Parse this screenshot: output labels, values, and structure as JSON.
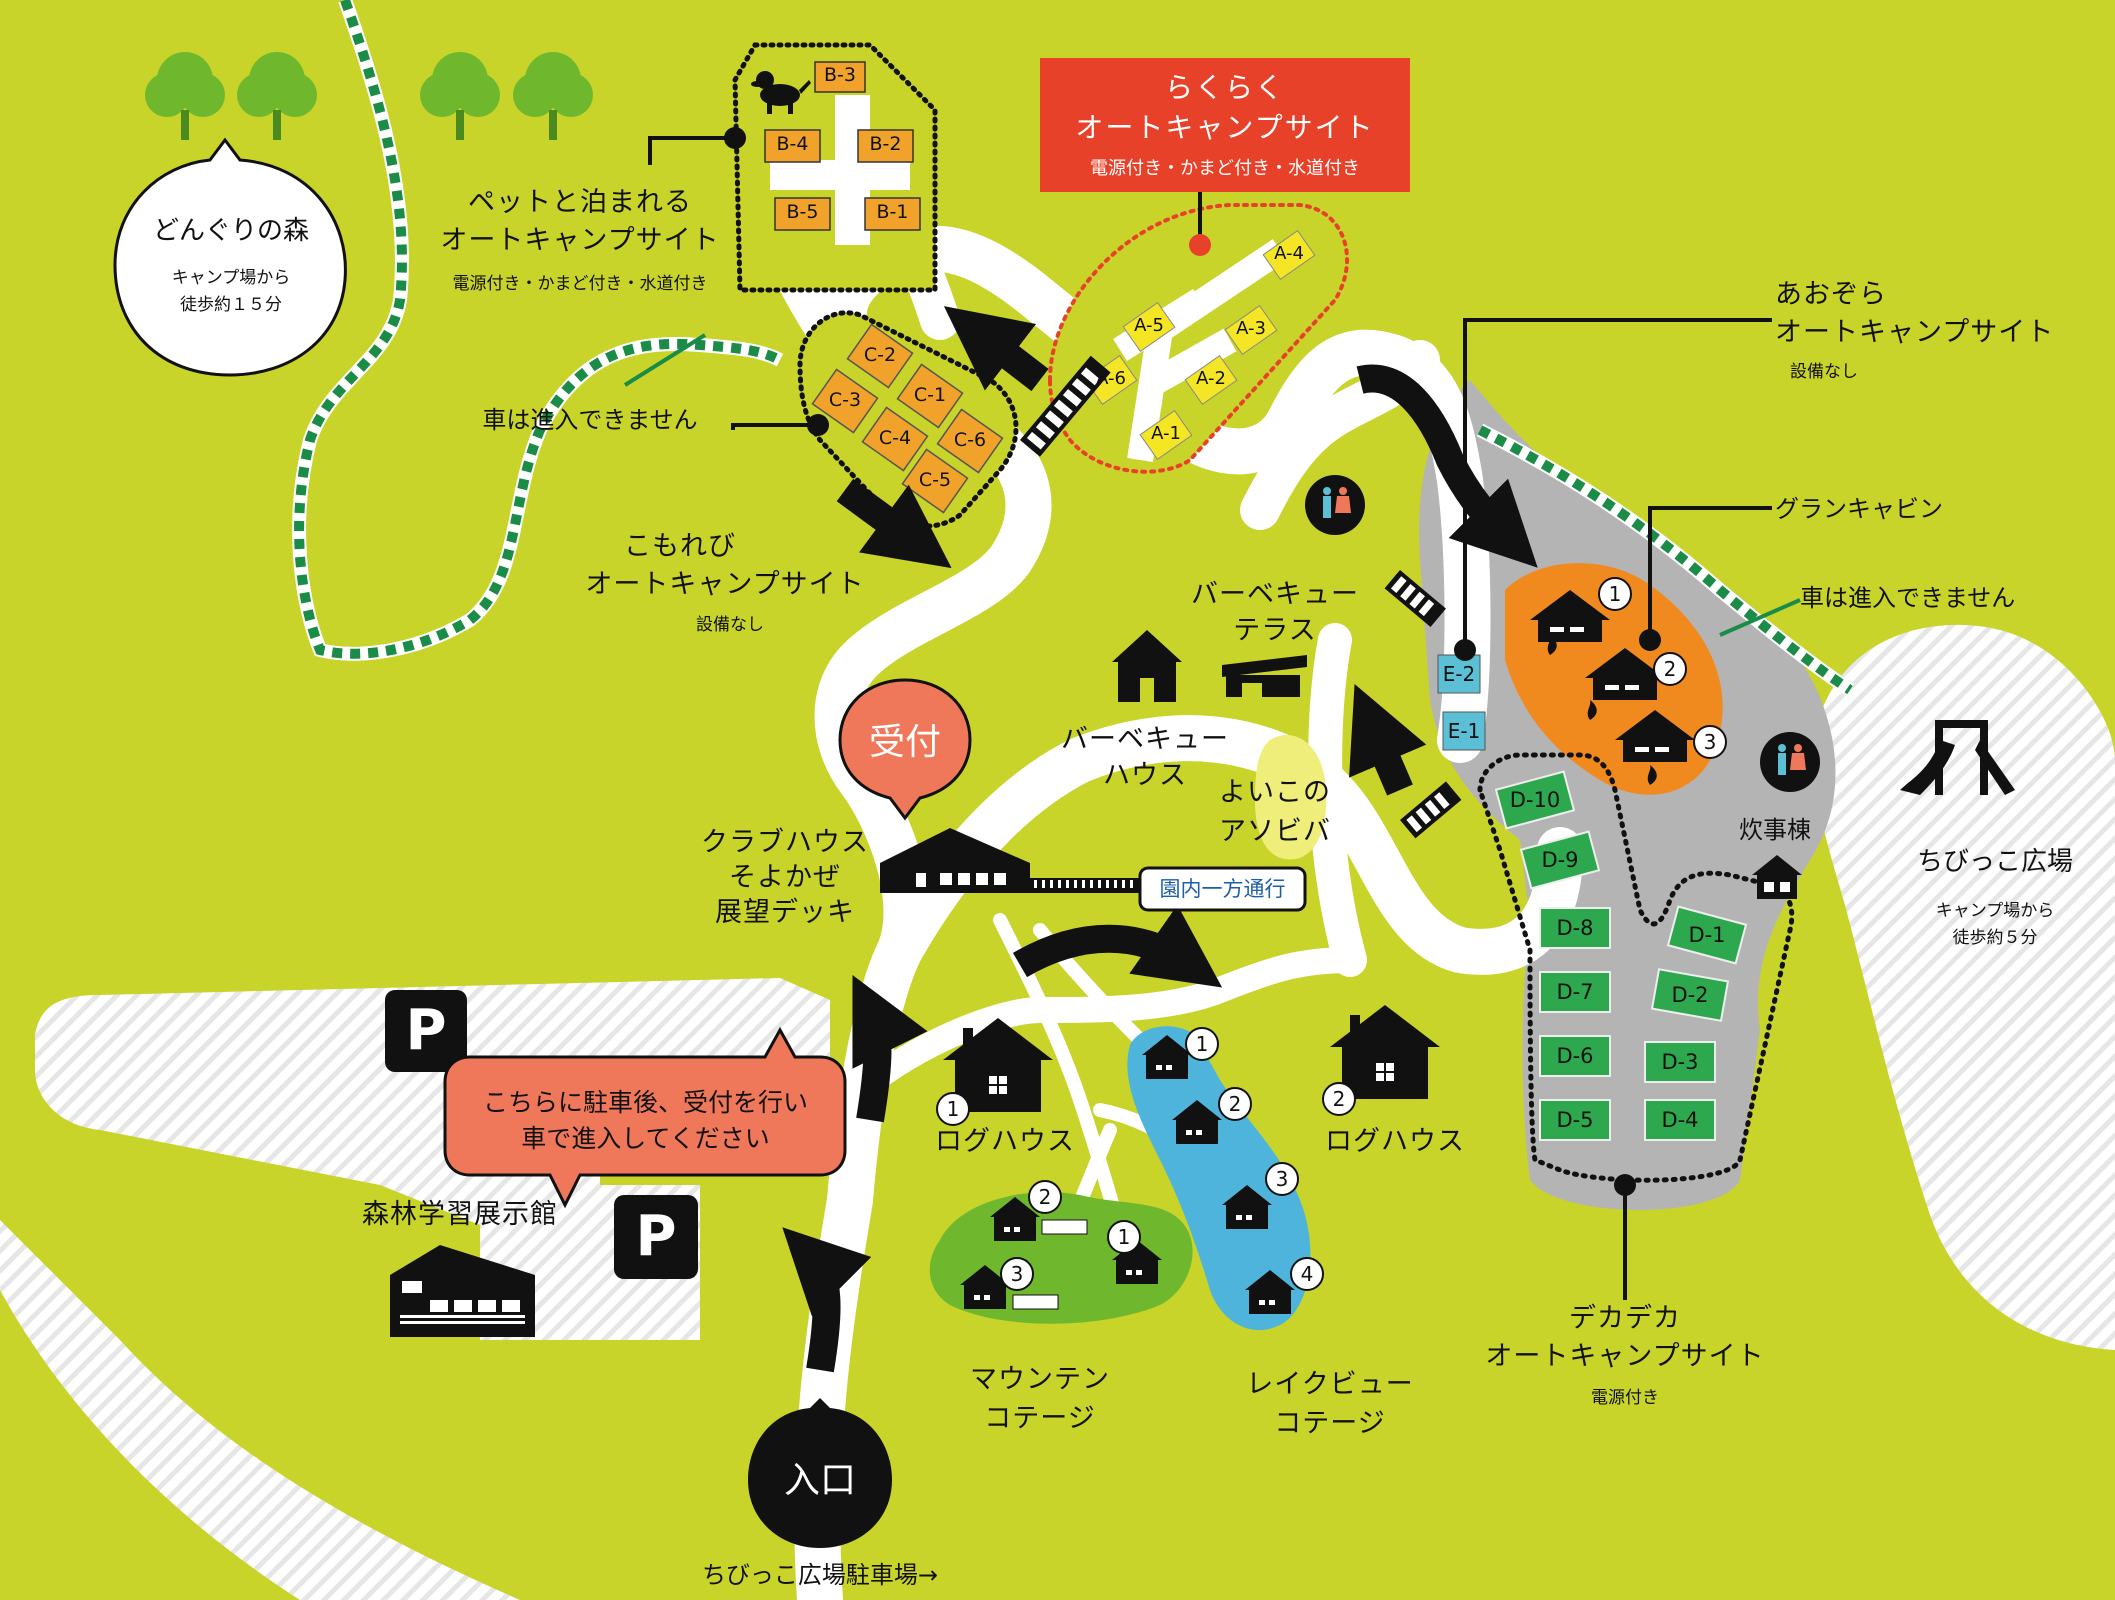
{
  "areas": {
    "donguri": {
      "name": "どんぐりの森",
      "note": "キャンプ場から\n徒歩約１５分"
    },
    "chibikko": {
      "name": "ちびっこ広場",
      "note": "キャンプ場から\n徒歩約５分"
    }
  },
  "sites": {
    "pet": {
      "title1": "ペットと泊まれる",
      "title2": "オートキャンプサイト",
      "facilities": "電源付き・かまど付き・水道付き",
      "plots": [
        "B-3",
        "B-4",
        "B-2",
        "B-5",
        "B-1"
      ]
    },
    "rakuraku": {
      "title1": "らくらく",
      "title2": "オートキャンプサイト",
      "facilities": "電源付き・かまど付き・水道付き",
      "plots": [
        "A-4",
        "A-5",
        "A-3",
        "A-6",
        "A-2",
        "A-1"
      ]
    },
    "komorebi": {
      "title1": "こもれび",
      "title2": "オートキャンプサイト",
      "facilities": "設備なし",
      "plots": [
        "C-2",
        "C-1",
        "C-3",
        "C-4",
        "C-6",
        "C-5"
      ]
    },
    "aozora": {
      "title1": "あおぞら",
      "title2": "オートキャンプサイト",
      "facilities": "設備なし",
      "plots": [
        "E-2",
        "E-1"
      ]
    },
    "dekadeka": {
      "title1": "デカデカ",
      "title2": "オートキャンプサイト",
      "facilities": "電源付き",
      "plots": [
        "D-10",
        "D-9",
        "D-8",
        "D-7",
        "D-6",
        "D-5",
        "D-1",
        "D-2",
        "D-3",
        "D-4"
      ]
    }
  },
  "facilities": {
    "bbq_terrace": "バーベキュー\nテラス",
    "bbq_house": "バーベキュー\nハウス",
    "asobiba": "よいこの\nアソビバ",
    "clubhouse": "クラブハウス\nそよかぜ\n展望デッキ",
    "reception": "受付",
    "one_way": "園内一方通行",
    "gran_cabin": "グランキャビン",
    "kitchen": "炊事棟",
    "log_house_1": "ログハウス",
    "log_house_2": "ログハウス",
    "mountain": "マウンテン\nコテージ",
    "lakeview": "レイクビュー\nコテージ",
    "museum": "森林学習展示館",
    "entrance": "入口",
    "chibikko_parking": "ちびっこ広場駐車場→",
    "parking_symbol": "P"
  },
  "notices": {
    "no_cars": "車は進入できません",
    "no_cars_2": "車は進入できません",
    "parking_notice": "こちらに駐車後、受付を行い\n車で進入してください"
  },
  "numbers": [
    "1",
    "2",
    "3",
    "4"
  ],
  "colors": {
    "grass": "#c8d42a",
    "road": "#ffffff",
    "gray_area": "#b4b4b4",
    "rakuraku_red": "#e8412a",
    "reception_orange": "#f0785a",
    "plot_orange": "#f0a22a",
    "plot_yellow": "#f5e625",
    "plot_green": "#2ea84e",
    "plot_blue": "#5bbfd6",
    "cabin_orange": "#f08a1e",
    "lake_blue": "#4fb4dc",
    "trail_green": "#1a8c48"
  }
}
